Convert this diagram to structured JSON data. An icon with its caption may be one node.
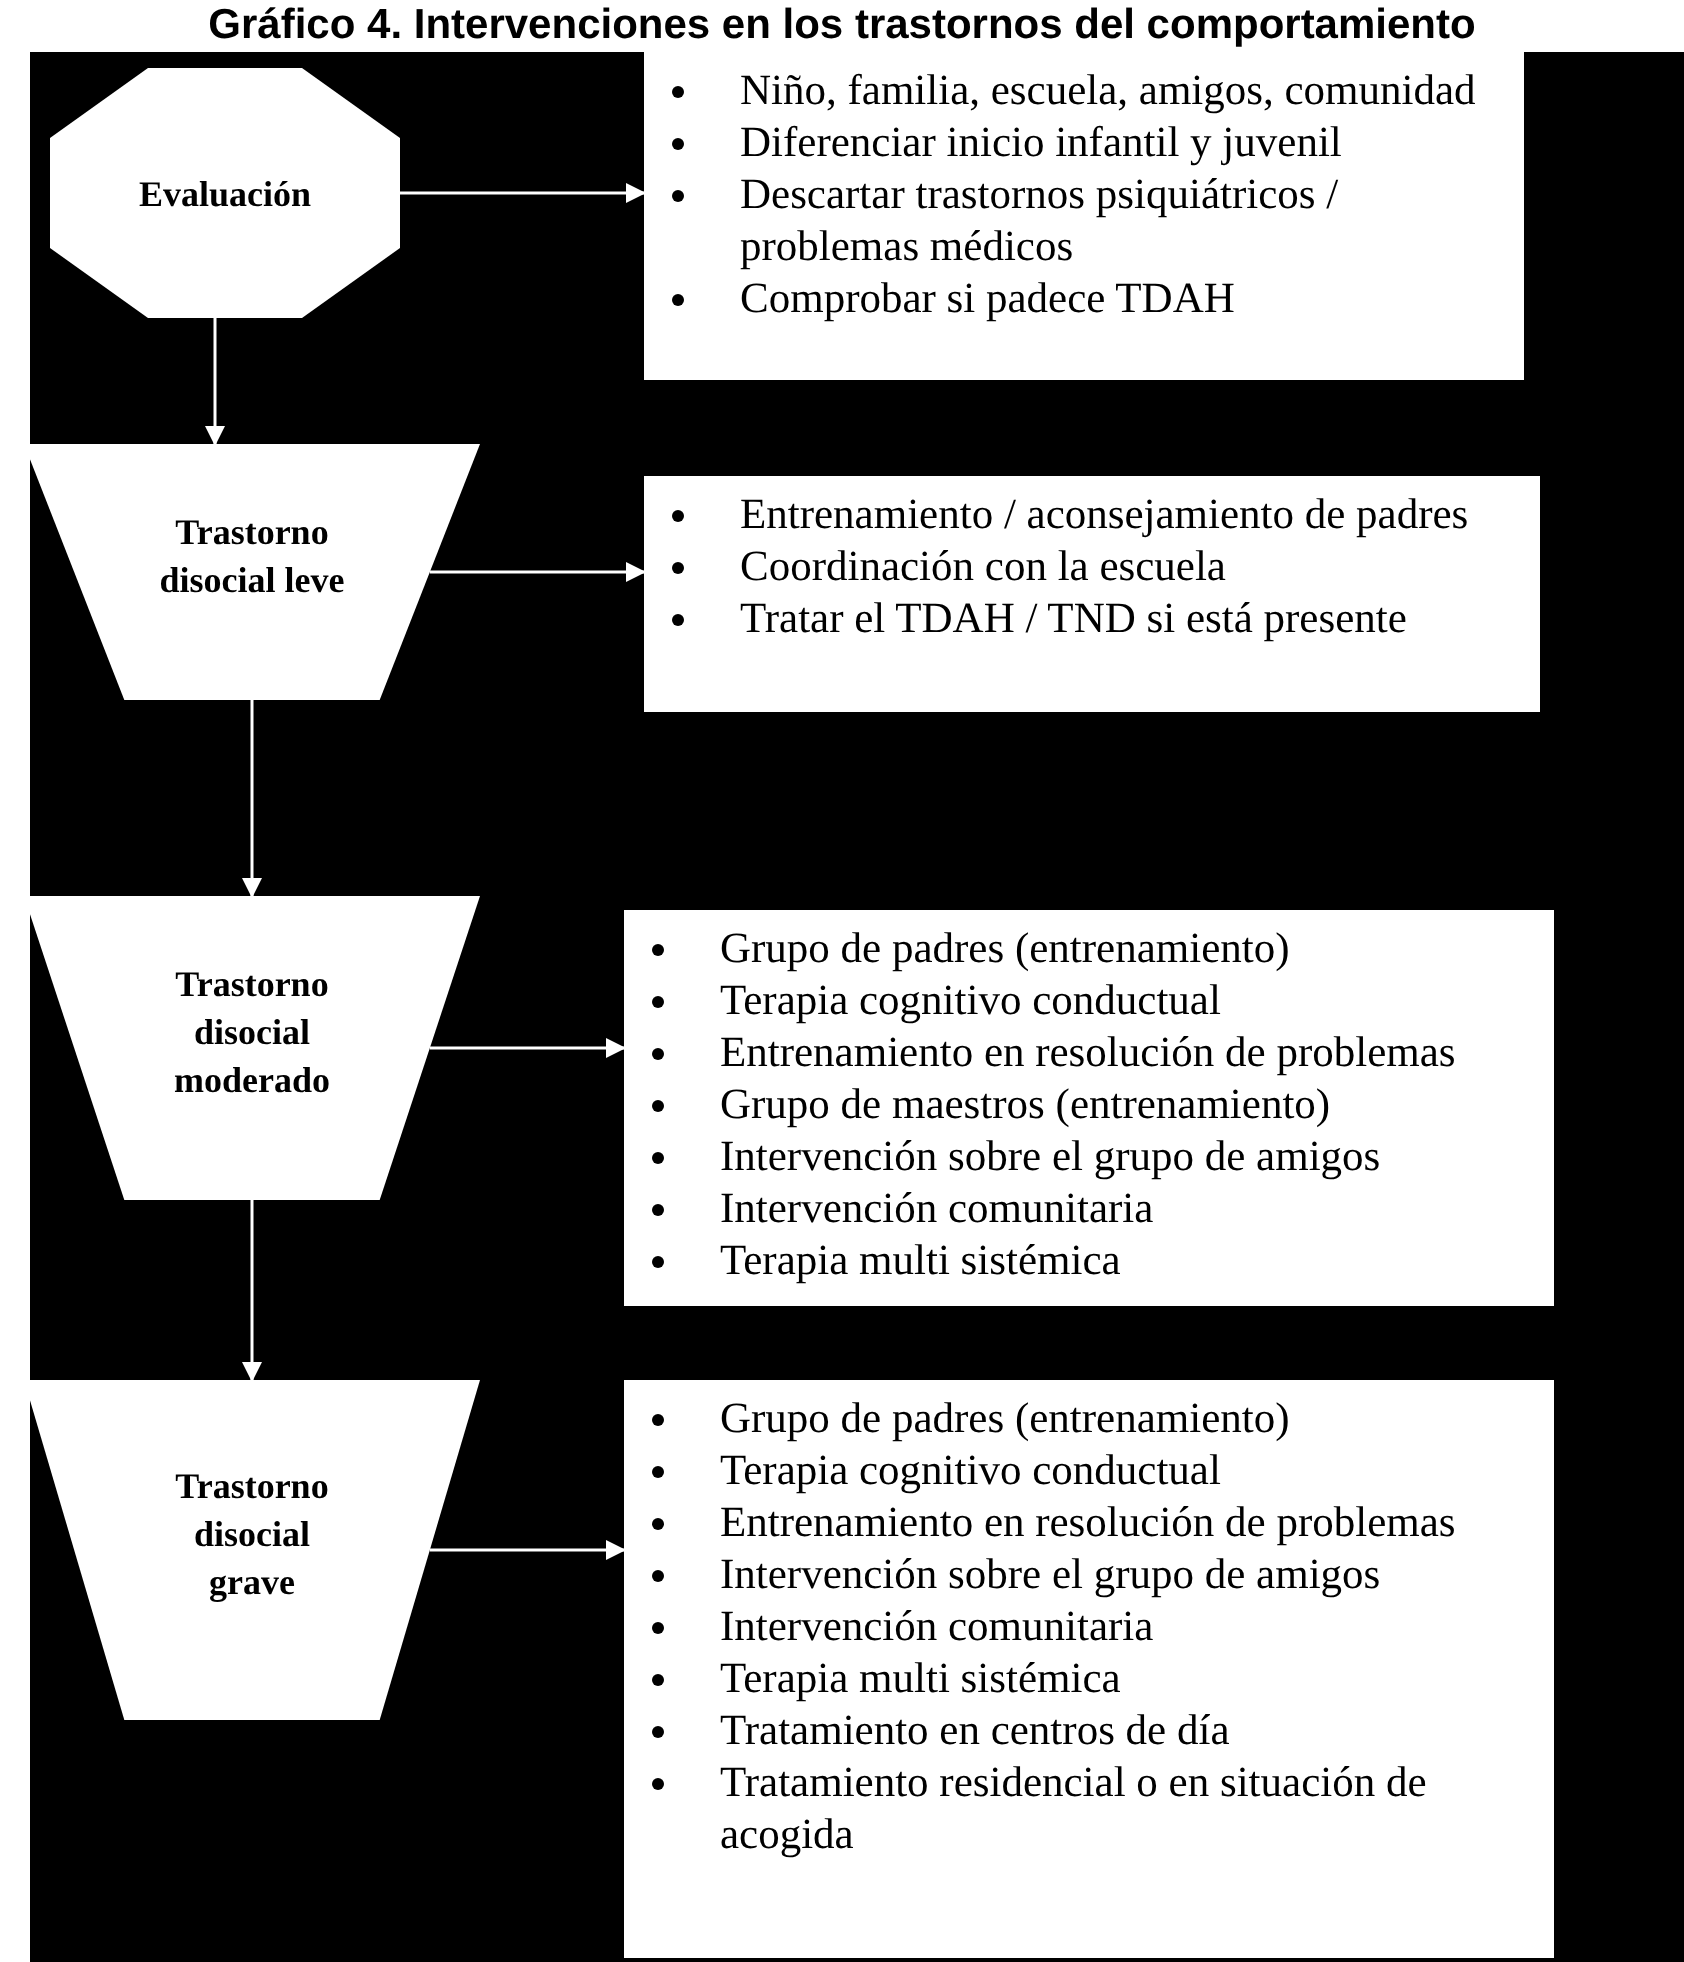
{
  "diagram": {
    "title": "Gráfico 4. Intervenciones en los trastornos del comportamiento",
    "nodes": [
      {
        "text": [
          "Evaluación"
        ]
      },
      {
        "text": [
          "Niño, familia, escuela, amigos, comunidad",
          "Diferenciar inicio infantil y juvenil",
          "Descartar trastornos psiquiátricos / problemas médicos",
          "Comprobar si padece TDAH"
        ]
      },
      {
        "text": [
          "Trastorno disocial leve"
        ]
      },
      {
        "text": [
          "Entrenamiento / aconsejamiento de padres",
          "Coordinación con la escuela",
          "Tratar el TDAH / TND si está presente"
        ]
      },
      {
        "text": [
          "Trastorno disocial moderado"
        ]
      },
      {
        "text": [
          "Grupo de padres (entrenamiento)",
          "Terapia cognitivo conductual",
          "Entrenamiento en resolución de problemas",
          "Grupo de maestros (entrenamiento)",
          "Intervención sobre el grupo de amigos",
          "Intervención comunitaria",
          "Terapia multi sistémica"
        ]
      },
      {
        "text": [
          "Trastorno disocial grave"
        ]
      },
      {
        "text": [
          "Grupo de padres (entrenamiento)",
          "Terapia cognitivo conductual",
          "Entrenamiento en resolución de problemas",
          "Intervención sobre el grupo de amigos",
          "Intervención comunitaria",
          "Terapia multi sistémica",
          "Tratamiento en centros de día",
          "Tratamiento residencial o en situación de acogida"
        ]
      }
    ],
    "edges": [
      {
        "from": 0,
        "to": 1,
        "arrow": "to"
      },
      {
        "from": 0,
        "to": 2,
        "arrow": "to"
      },
      {
        "from": 2,
        "to": 3,
        "arrow": "to"
      },
      {
        "from": 2,
        "to": 4,
        "arrow": "to"
      },
      {
        "from": 4,
        "to": 5,
        "arrow": "to"
      },
      {
        "from": 4,
        "to": 6,
        "arrow": "to"
      },
      {
        "from": 6,
        "to": 7,
        "arrow": "to"
      }
    ]
  }
}
